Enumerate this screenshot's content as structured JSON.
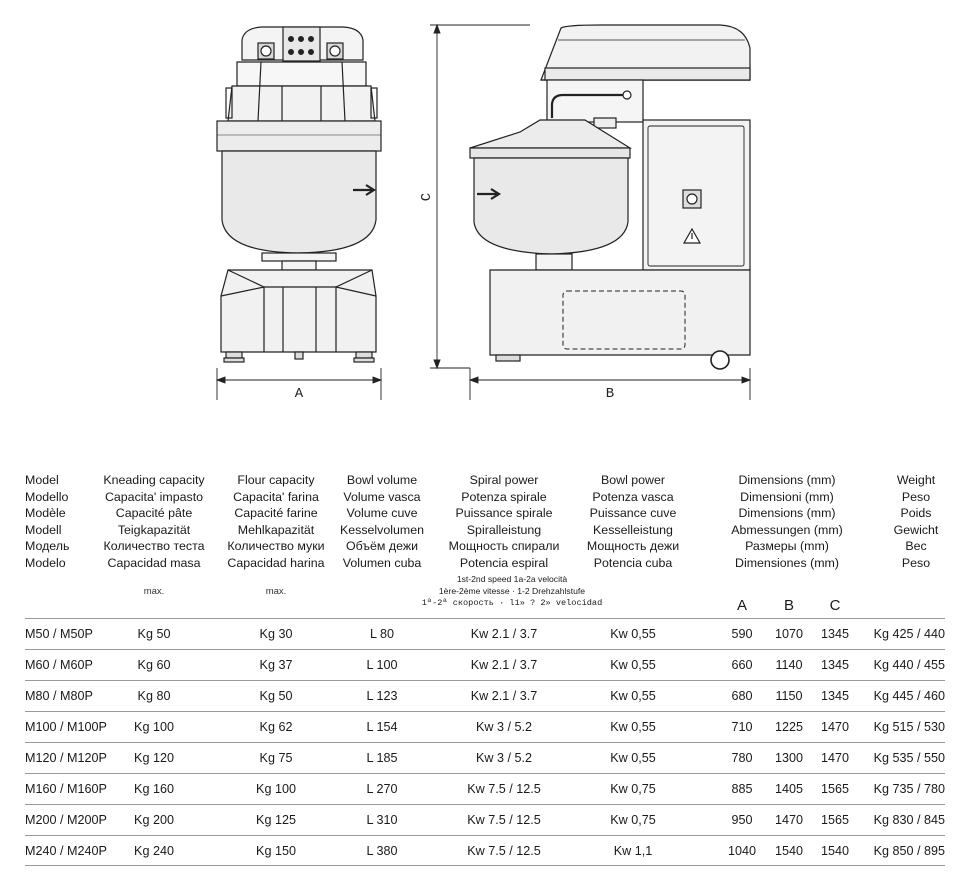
{
  "drawing": {
    "dim_labels": {
      "a": "A",
      "b": "B",
      "c": "C"
    }
  },
  "table": {
    "headers": {
      "model": [
        "Model",
        "Modello",
        "Modèle",
        "Modell",
        "Модель",
        "Modelo"
      ],
      "kneading": [
        "Kneading capacity",
        "Capacita' impasto",
        "Capacité pâte",
        "Teigkapazität",
        "Количество теста",
        "Capacidad masa"
      ],
      "flour": [
        "Flour capacity",
        "Capacita' farina",
        "Capacité farine",
        "Mehlkapazität",
        "Количество муки",
        "Capacidad harina"
      ],
      "bowl": [
        "Bowl volume",
        "Volume vasca",
        "Volume cuve",
        "Kesselvolumen",
        "Объём дежи",
        "Volumen cuba"
      ],
      "spiral": [
        "Spiral power",
        "Potenza spirale",
        "Puissance spirale",
        "Spiralleistung",
        "Мощность спирали",
        "Potencia espiral"
      ],
      "bowlpower": [
        "Bowl power",
        "Potenza vasca",
        "Puissance cuve",
        "Kesselleistung",
        "Мощность дежи",
        "Potencia cuba"
      ],
      "dims": [
        "Dimensions (mm)",
        "Dimensioni (mm)",
        "Dimensions (mm)",
        "Abmessungen (mm)",
        "Размеры (mm)",
        "Dimensiones (mm)"
      ],
      "weight": [
        "Weight",
        "Peso",
        "Poids",
        "Gewicht",
        "Вес",
        "Peso"
      ]
    },
    "sub_max_1": "max.",
    "sub_max_2": "max.",
    "speed_notes": [
      "1st-2nd speed   1a-2a velocità",
      "1ère-2ème vitesse · 1-2 Drehzahlstufe",
      "1ª-2ª скорость · l1» ? 2» velocidad"
    ],
    "dim_cols": [
      "A",
      "B",
      "C"
    ],
    "rows": [
      {
        "model": "M50 / M50P",
        "kneading": "Kg 50",
        "flour": "Kg 30",
        "bowl": "L 80",
        "spiral": "Kw 2.1 / 3.7",
        "bowlpower": "Kw  0,55",
        "a": "590",
        "b": "1070",
        "c": "1345",
        "weight": "Kg 425 / 440"
      },
      {
        "model": "M60 / M60P",
        "kneading": "Kg 60",
        "flour": "Kg 37",
        "bowl": "L 100",
        "spiral": "Kw 2.1 / 3.7",
        "bowlpower": "Kw  0,55",
        "a": "660",
        "b": "1140",
        "c": "1345",
        "weight": "Kg 440 / 455"
      },
      {
        "model": "M80 / M80P",
        "kneading": "Kg 80",
        "flour": "Kg 50",
        "bowl": "L 123",
        "spiral": "Kw 2.1 / 3.7",
        "bowlpower": "Kw  0,55",
        "a": "680",
        "b": "1150",
        "c": "1345",
        "weight": "Kg 445 / 460"
      },
      {
        "model": "M100 / M100P",
        "kneading": "Kg 100",
        "flour": "Kg 62",
        "bowl": "L 154",
        "spiral": "Kw 3 / 5.2",
        "bowlpower": "Kw  0,55",
        "a": "710",
        "b": "1225",
        "c": "1470",
        "weight": "Kg 515 / 530"
      },
      {
        "model": "M120 / M120P",
        "kneading": "Kg 120",
        "flour": "Kg 75",
        "bowl": "L 185",
        "spiral": "Kw 3 / 5.2",
        "bowlpower": "Kw  0,55",
        "a": "780",
        "b": "1300",
        "c": "1470",
        "weight": "Kg 535 / 550"
      },
      {
        "model": "M160 / M160P",
        "kneading": "Kg 160",
        "flour": "Kg 100",
        "bowl": "L 270",
        "spiral": "Kw 7.5 / 12.5",
        "bowlpower": "Kw  0,75",
        "a": "885",
        "b": "1405",
        "c": "1565",
        "weight": "Kg 735 / 780"
      },
      {
        "model": "M200 / M200P",
        "kneading": "Kg 200",
        "flour": "Kg 125",
        "bowl": "L 310",
        "spiral": "Kw 7.5 / 12.5",
        "bowlpower": "Kw  0,75",
        "a": "950",
        "b": "1470",
        "c": "1565",
        "weight": "Kg 830 / 845"
      },
      {
        "model": "M240 / M240P",
        "kneading": "Kg 240",
        "flour": "Kg 150",
        "bowl": "L 380",
        "spiral": "Kw 7.5 / 12.5",
        "bowlpower": "Kw  1,1",
        "a": "1040",
        "b": "1540",
        "c": "1540",
        "weight": "Kg 850 / 895"
      }
    ]
  }
}
